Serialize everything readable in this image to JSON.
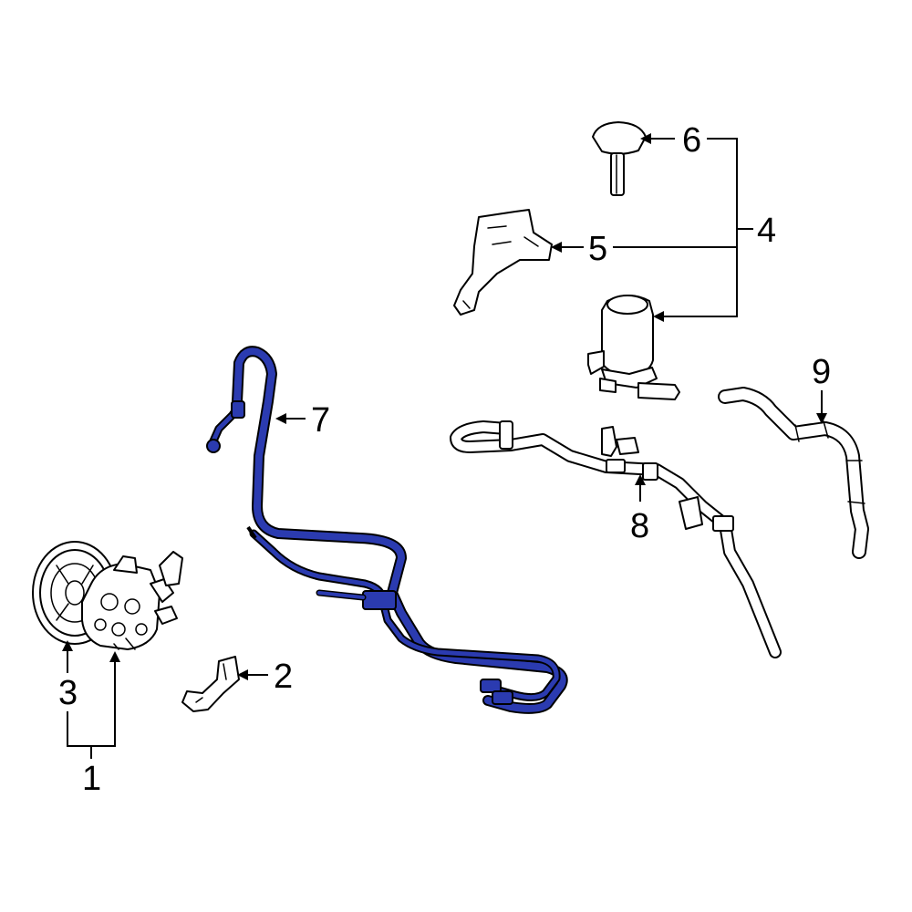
{
  "colors": {
    "highlight": "#2b3bb0",
    "outline": "#000000",
    "background": "#ffffff"
  },
  "callouts": [
    {
      "id": "1",
      "label": "1",
      "part": "power-steering-pump-assembly"
    },
    {
      "id": "2",
      "label": "2",
      "part": "pump-bracket"
    },
    {
      "id": "3",
      "label": "3",
      "part": "pump-pulley"
    },
    {
      "id": "4",
      "label": "4",
      "part": "reservoir-assembly"
    },
    {
      "id": "5",
      "label": "5",
      "part": "reservoir-bracket"
    },
    {
      "id": "6",
      "label": "6",
      "part": "reservoir-cap"
    },
    {
      "id": "7",
      "label": "7",
      "part": "pressure-hose",
      "highlighted": true
    },
    {
      "id": "8",
      "label": "8",
      "part": "return-hose"
    },
    {
      "id": "9",
      "label": "9",
      "part": "reservoir-hose"
    }
  ]
}
